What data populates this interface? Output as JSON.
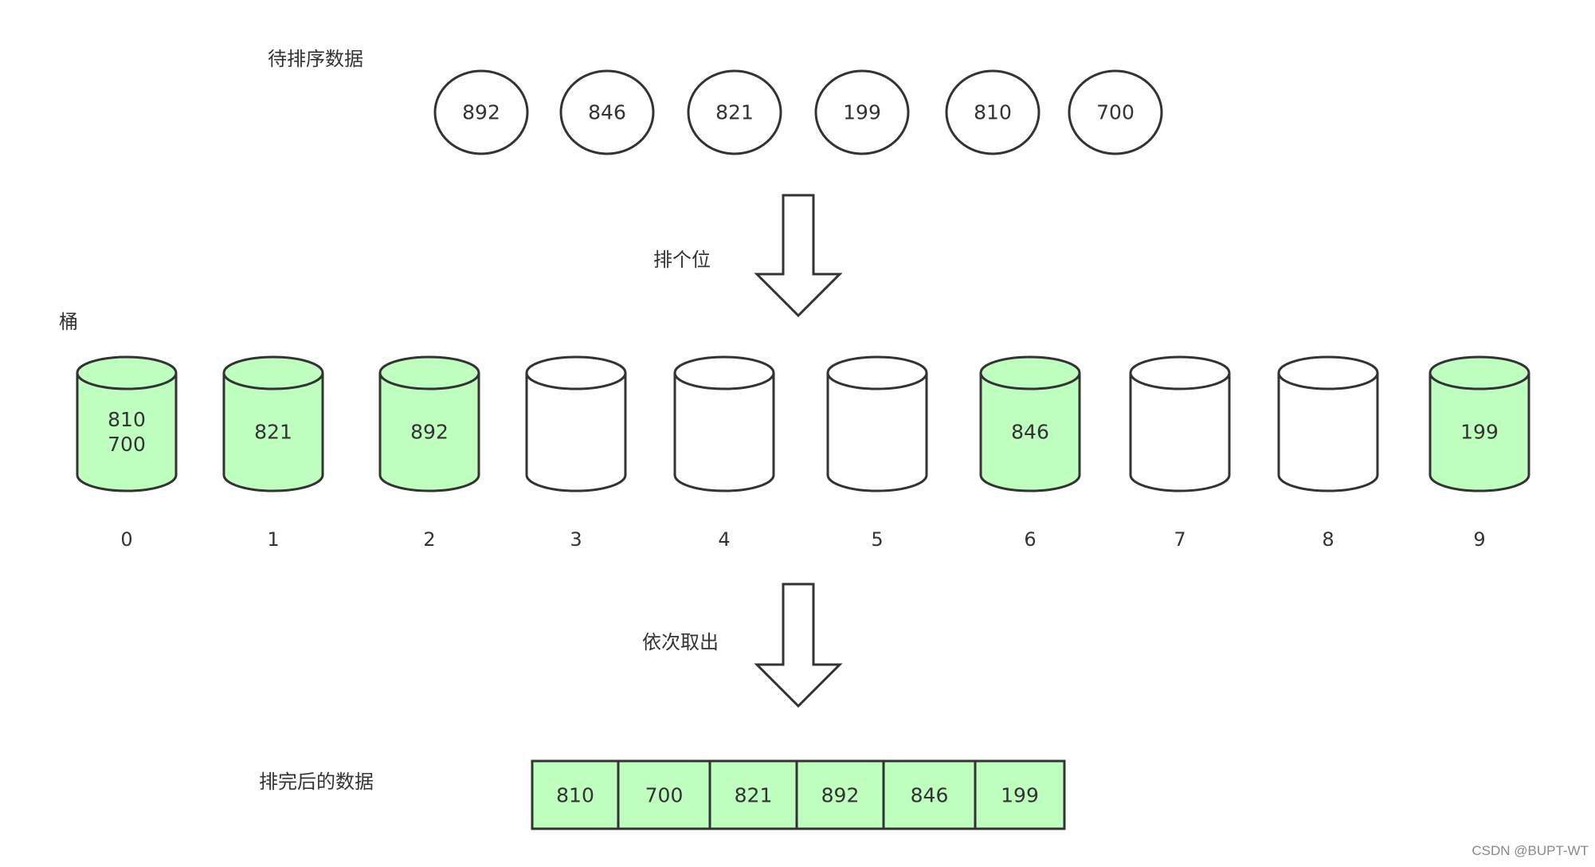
{
  "labels": {
    "input_title": "待排序数据",
    "step1": "排个位",
    "bucket_title": "桶",
    "step2": "依次取出",
    "output_title": "排完后的数据"
  },
  "input_values": [
    "892",
    "846",
    "821",
    "199",
    "810",
    "700"
  ],
  "buckets": [
    {
      "index": "0",
      "values": [
        "810",
        "700"
      ]
    },
    {
      "index": "1",
      "values": [
        "821"
      ]
    },
    {
      "index": "2",
      "values": [
        "892"
      ]
    },
    {
      "index": "3",
      "values": []
    },
    {
      "index": "4",
      "values": []
    },
    {
      "index": "5",
      "values": []
    },
    {
      "index": "6",
      "values": [
        "846"
      ]
    },
    {
      "index": "7",
      "values": []
    },
    {
      "index": "8",
      "values": []
    },
    {
      "index": "9",
      "values": [
        "199"
      ]
    }
  ],
  "output_values": [
    "810",
    "700",
    "821",
    "892",
    "846",
    "199"
  ],
  "watermark": "CSDN @BUPT-WT",
  "colors": {
    "filled": "#bfffbf",
    "stroke": "#333333",
    "text": "#333333"
  }
}
